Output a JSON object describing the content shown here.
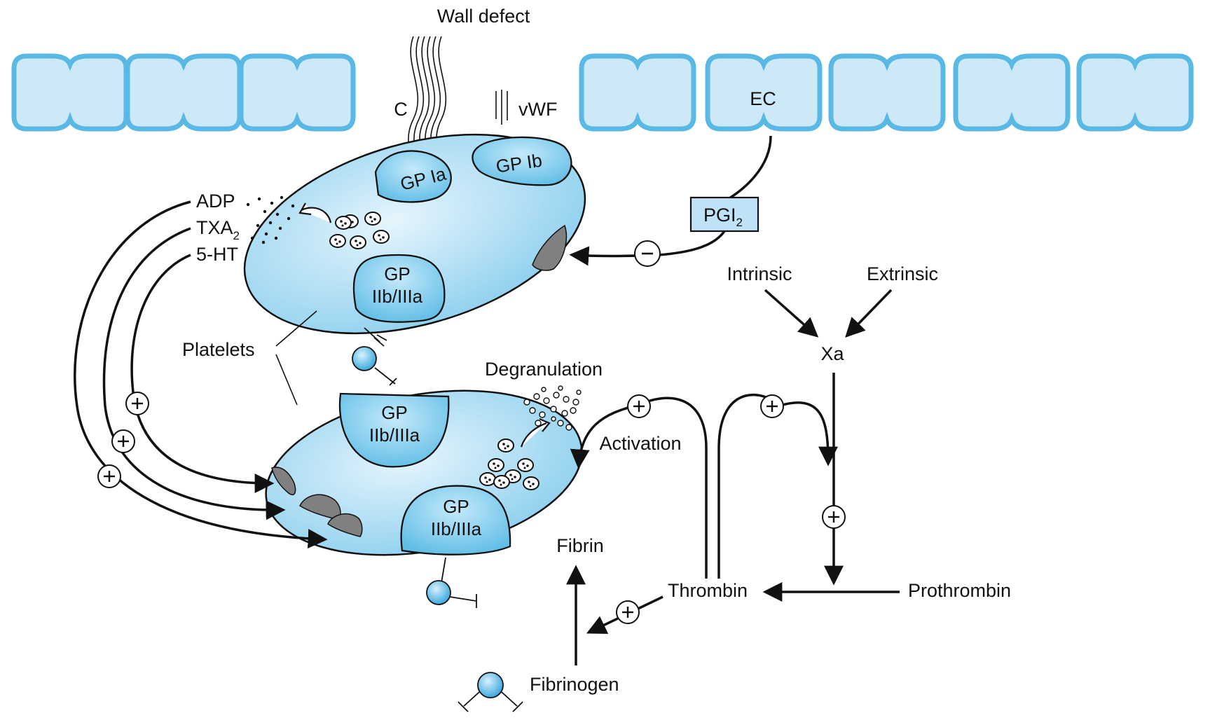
{
  "labels": {
    "wall_defect": "Wall defect",
    "collagen": "C",
    "vwf": "vWF",
    "ec": "EC",
    "pgi": "PGI",
    "pgi_sub": "2",
    "adp": "ADP",
    "txa": "TXA",
    "txa_sub": "2",
    "ht": "5-HT",
    "platelets": "Platelets",
    "gp_ia": "GP Ia",
    "gp_ib": "GP Ib",
    "gp": "GP",
    "iib_iiia": "IIb/IIIa",
    "degranulation": "Degranulation",
    "activation": "Activation",
    "intrinsic": "Intrinsic",
    "extrinsic": "Extrinsic",
    "xa": "Xa",
    "thrombin": "Thrombin",
    "prothrombin": "Prothrombin",
    "fibrin": "Fibrin",
    "fibrinogen": "Fibrinogen"
  },
  "signs": {
    "plus": "+",
    "minus": "−"
  },
  "colors": {
    "cell_fill": "#cde9f8",
    "cell_border": "#5ab8e4",
    "platelet_fill": "#bfe2f6",
    "gp_fill": "#8fd0ef",
    "receptor_grey": "#808080",
    "ink": "#111111"
  }
}
